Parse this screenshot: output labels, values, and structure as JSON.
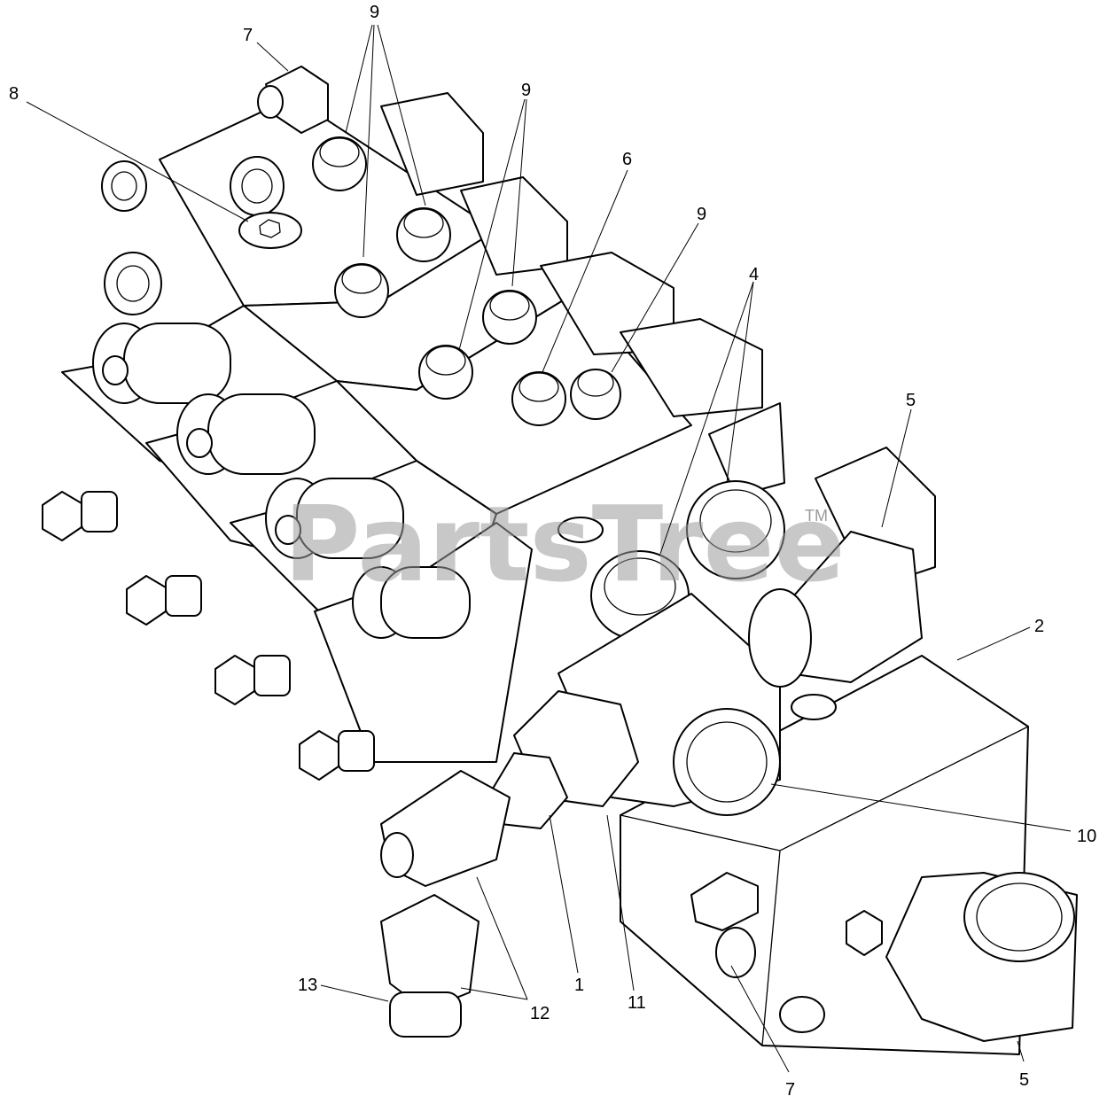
{
  "watermark": {
    "brand": "PartsTree",
    "trademark": "TM"
  },
  "callouts": {
    "c9_top": "9",
    "c7_top": "7",
    "c8": "8",
    "c9_mid": "9",
    "c6": "6",
    "c9_right": "9",
    "c4": "4",
    "c5_top": "5",
    "c2": "2",
    "c10": "10",
    "c13": "13",
    "c12": "12",
    "c1": "1",
    "c11": "11",
    "c7_bottom": "7",
    "c5_bottom": "5"
  }
}
